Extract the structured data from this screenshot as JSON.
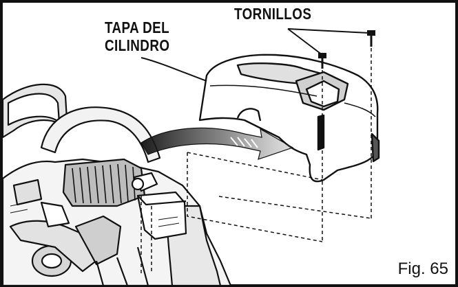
{
  "labels": {
    "tornillos": "TORNILLOS",
    "tapa_line1": "TAPA DEL",
    "tapa_line2": "CILINDRO"
  },
  "figure_number": "Fig. 65",
  "colors": {
    "ink": "#111111",
    "paper": "#ffffff",
    "shade": "#d9d9d9",
    "dark_shade": "#555555"
  }
}
